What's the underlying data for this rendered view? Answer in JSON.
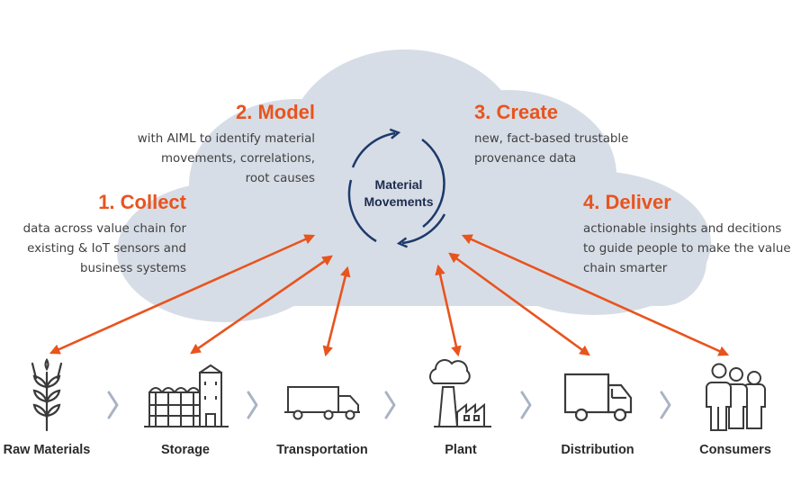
{
  "center": {
    "line1": "Material",
    "line2": "Movements"
  },
  "steps": [
    {
      "title": "1. Collect",
      "lines": [
        "data across value chain for",
        "existing & IoT sensors and",
        "business systems"
      ]
    },
    {
      "title": "2. Model",
      "lines": [
        "with AIML to identify material",
        "movements, correlations,",
        "root causes"
      ]
    },
    {
      "title": "3. Create",
      "lines": [
        "new, fact-based trustable",
        "provenance data"
      ]
    },
    {
      "title": "4. Deliver",
      "lines": [
        "actionable insights and decitions",
        "to guide people to make the value",
        "chain smarter"
      ]
    }
  ],
  "stages": [
    {
      "label": "Raw Materials",
      "icon": "wheat-icon"
    },
    {
      "label": "Storage",
      "icon": "silo-icon"
    },
    {
      "label": "Transportation",
      "icon": "truck-icon"
    },
    {
      "label": "Plant",
      "icon": "factory-icon"
    },
    {
      "label": "Distribution",
      "icon": "delivery-van-icon"
    },
    {
      "label": "Consumers",
      "icon": "people-icon"
    }
  ],
  "colors": {
    "accent": "#e8541e",
    "navy": "#1d3a6b",
    "cloud": "#d7dde6",
    "icon": "#3a3a3a",
    "chevron": "#a9b3c4"
  }
}
